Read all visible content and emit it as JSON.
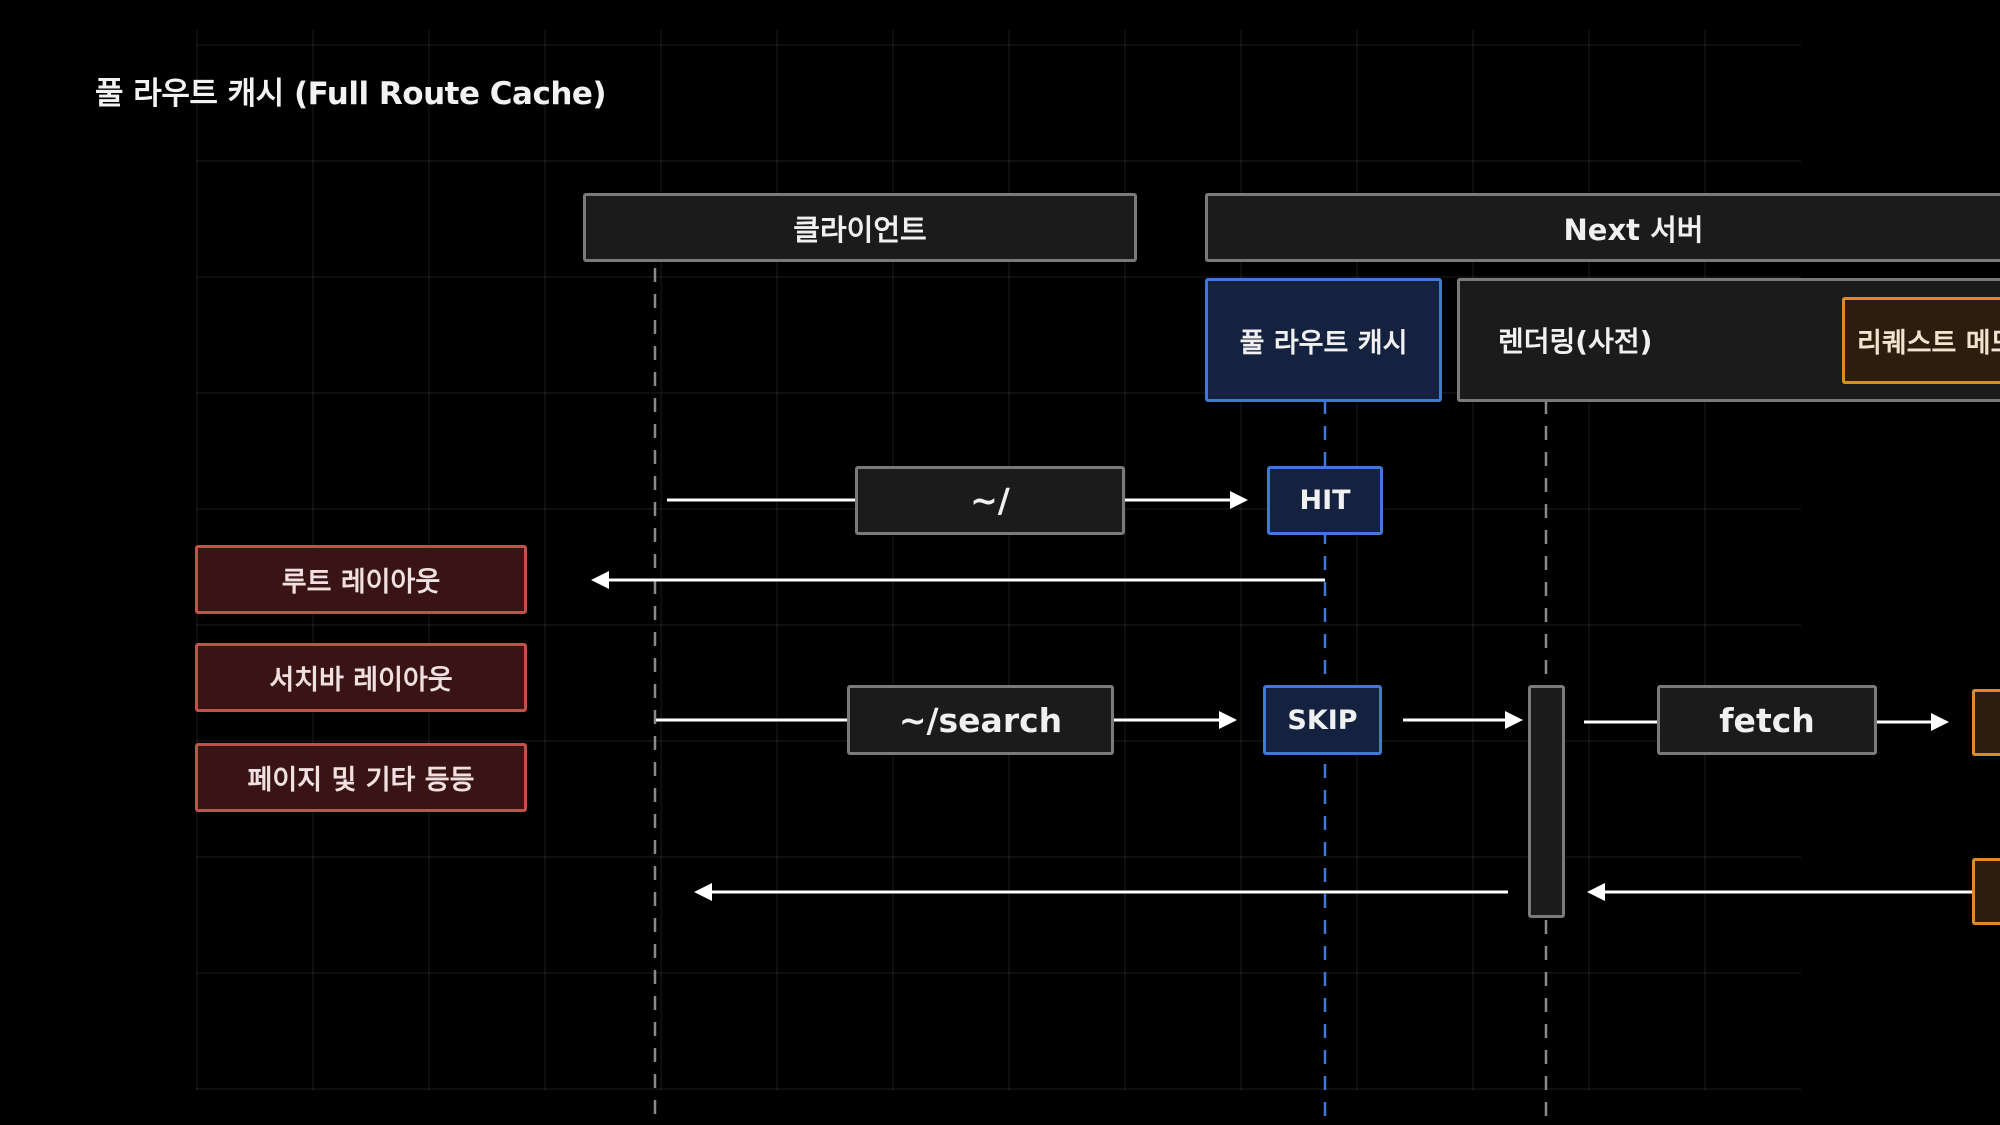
{
  "title": "풀 라우트 캐시 (Full Route Cache)",
  "lanes": {
    "client": "클라이언트",
    "server": "Next 서버"
  },
  "server_sections": {
    "full_route_cache": "풀 라우트 캐시",
    "rendering": "렌더링(사전)",
    "request_memo": "리퀘스트 메모"
  },
  "requests": {
    "root_path": "~/",
    "search_path": "~/search",
    "fetch": "fetch"
  },
  "cache_status": {
    "hit": "HIT",
    "skip": "SKIP"
  },
  "layouts": {
    "root": "루트 레이아웃",
    "search_bar": "서치바 레이아웃",
    "page_etc": "페이지 및 기타 등등"
  },
  "colors": {
    "background": "#000000",
    "gray_border": "#7a7a7a",
    "blue_accent": "#3f78d8",
    "red_accent": "#c4504a",
    "orange_accent": "#d98d2a",
    "arrow": "#ffffff"
  }
}
